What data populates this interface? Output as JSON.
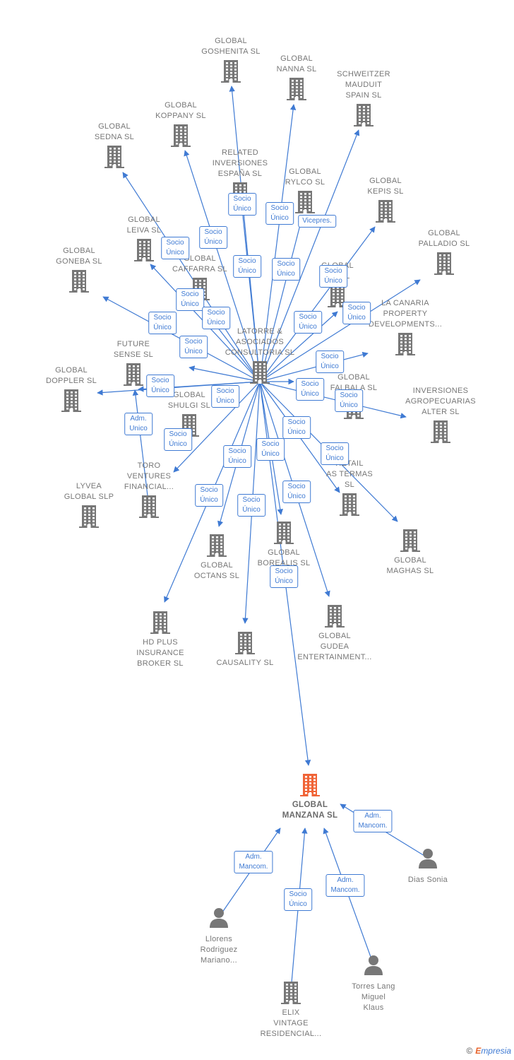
{
  "colors": {
    "edge": "#3f7ad3",
    "node": "#777777",
    "main": "#f06437",
    "badge_border": "#3f7ad3"
  },
  "icons": {
    "company": "building-icon",
    "person": "person-icon"
  },
  "footer": {
    "copyright": "©",
    "brand_e": "E",
    "brand_rest": "mpresia"
  },
  "nodes": [
    {
      "id": "hub",
      "type": "company",
      "label": "LATORRE &\nASOCIADOS\nCONSULTORIA SL",
      "label_pos": "above"
    },
    {
      "id": "goshenita",
      "type": "company",
      "label": "GLOBAL\nGOSHENITA SL",
      "label_pos": "above"
    },
    {
      "id": "nanna",
      "type": "company",
      "label": "GLOBAL\nNANNA  SL",
      "label_pos": "above"
    },
    {
      "id": "schweitzer",
      "type": "company",
      "label": "SCHWEITZER\nMAUDUIT\nSPAIN SL",
      "label_pos": "above"
    },
    {
      "id": "koppany",
      "type": "company",
      "label": "GLOBAL\nKOPPANY  SL",
      "label_pos": "above"
    },
    {
      "id": "sedna",
      "type": "company",
      "label": "GLOBAL\nSEDNA  SL",
      "label_pos": "above"
    },
    {
      "id": "related",
      "type": "company",
      "label": "RELATED\nINVERSIONES\nESPAÑA  SL",
      "label_pos": "above"
    },
    {
      "id": "rylco",
      "type": "company",
      "label": "GLOBAL\nRYLCO  SL",
      "label_pos": "above"
    },
    {
      "id": "kepis",
      "type": "company",
      "label": "GLOBAL\nKEPIS  SL",
      "label_pos": "above"
    },
    {
      "id": "leiva",
      "type": "company",
      "label": "GLOBAL\nLEIVA  SL",
      "label_pos": "above"
    },
    {
      "id": "palladio",
      "type": "company",
      "label": "GLOBAL\nPALLADIO  SL",
      "label_pos": "above"
    },
    {
      "id": "goneba",
      "type": "company",
      "label": "GLOBAL\nGONEBA  SL",
      "label_pos": "above"
    },
    {
      "id": "caffarra",
      "type": "company",
      "label": "GLOBAL\nCAFFARRA  SL",
      "label_pos": "above"
    },
    {
      "id": "aglobal",
      "type": "company",
      "label": "GLOBAL\nA...  SL",
      "label_pos": "above"
    },
    {
      "id": "canaria",
      "type": "company",
      "label": "LA CANARIA\nPROPERTY\nDEVELOPMENTS...",
      "label_pos": "above"
    },
    {
      "id": "future",
      "type": "company",
      "label": "FUTURE\nSENSE  SL",
      "label_pos": "above"
    },
    {
      "id": "doppler",
      "type": "company",
      "label": "GLOBAL\nDOPPLER  SL",
      "label_pos": "above"
    },
    {
      "id": "falbala",
      "type": "company",
      "label": "GLOBAL\nFALBALA  SL",
      "label_pos": "above"
    },
    {
      "id": "agropec",
      "type": "company",
      "label": "INVERSIONES\nAGROPECUARIAS\nALTER  SL",
      "label_pos": "above"
    },
    {
      "id": "shulgi",
      "type": "company",
      "label": "GLOBAL\nSHULGI  SL",
      "label_pos": "above"
    },
    {
      "id": "toro",
      "type": "company",
      "label": "TORO\nVENTURES\nFINANCIAL...",
      "label_pos": "above"
    },
    {
      "id": "lyvea",
      "type": "company",
      "label": "LYVEA\nGLOBAL  SLP",
      "label_pos": "above"
    },
    {
      "id": "retail",
      "type": "company",
      "label": "RETAIL\nAS TERMAS\nSL",
      "label_pos": "above"
    },
    {
      "id": "octans",
      "type": "company",
      "label": "GLOBAL\nOCTANS  SL",
      "label_pos": "below"
    },
    {
      "id": "borealis",
      "type": "company",
      "label": "GLOBAL\nBOREALIS  SL",
      "label_pos": "below"
    },
    {
      "id": "maghas",
      "type": "company",
      "label": "GLOBAL\nMAGHAS  SL",
      "label_pos": "below"
    },
    {
      "id": "hdplus",
      "type": "company",
      "label": "HD PLUS\nINSURANCE\nBROKER  SL",
      "label_pos": "below"
    },
    {
      "id": "causality",
      "type": "company",
      "label": "CAUSALITY  SL",
      "label_pos": "below"
    },
    {
      "id": "gudea",
      "type": "company",
      "label": "GLOBAL\nGUDEA\nENTERTAINMENT...",
      "label_pos": "below"
    },
    {
      "id": "manzana",
      "type": "company",
      "label": "GLOBAL\nMANZANA  SL",
      "label_pos": "below",
      "main": true
    },
    {
      "id": "dias",
      "type": "person",
      "label": "Dias Sonia",
      "label_pos": "below"
    },
    {
      "id": "llorens",
      "type": "person",
      "label": "Llorens\nRodriguez\nMariano...",
      "label_pos": "below"
    },
    {
      "id": "elix",
      "type": "company",
      "label": "ELIX\nVINTAGE\nRESIDENCIAL...",
      "label_pos": "below"
    },
    {
      "id": "torres",
      "type": "person",
      "label": "Torres Lang\nMiguel\nKlaus",
      "label_pos": "below"
    }
  ],
  "edges": [
    {
      "from": "hub",
      "to": "goshenita",
      "label": "Socio\nÚnico"
    },
    {
      "from": "hub",
      "to": "nanna",
      "label": "Socio\nÚnico"
    },
    {
      "from": "hub",
      "to": "schweitzer",
      "label": "Vicepres."
    },
    {
      "from": "hub",
      "to": "koppany",
      "label": "Socio\nÚnico"
    },
    {
      "from": "hub",
      "to": "sedna",
      "label": "Socio\nÚnico"
    },
    {
      "from": "hub",
      "to": "related",
      "label": "Socio\nÚnico"
    },
    {
      "from": "hub",
      "to": "rylco",
      "label": "Socio\nÚnico"
    },
    {
      "from": "hub",
      "to": "kepis",
      "label": "Socio\nÚnico"
    },
    {
      "from": "hub",
      "to": "leiva",
      "label": "Socio\nÚnico"
    },
    {
      "from": "hub",
      "to": "palladio",
      "label": "Socio\nÚnico"
    },
    {
      "from": "hub",
      "to": "goneba",
      "label": "Socio\nÚnico"
    },
    {
      "from": "hub",
      "to": "caffarra",
      "label": "Socio\nÚnico"
    },
    {
      "from": "hub",
      "to": "aglobal",
      "label": "Socio\nÚnico"
    },
    {
      "from": "hub",
      "to": "canaria",
      "label": "Socio\nÚnico"
    },
    {
      "from": "hub",
      "to": "future",
      "label": "Socio\nÚnico"
    },
    {
      "from": "hub",
      "to": "doppler",
      "label": "Socio\nÚnico"
    },
    {
      "from": "hub",
      "to": "falbala",
      "label": "Socio\nÚnico"
    },
    {
      "from": "hub",
      "to": "agropec",
      "label": "Socio\nÚnico"
    },
    {
      "from": "hub",
      "to": "shulgi",
      "label": "Socio\nÚnico"
    },
    {
      "from": "hub",
      "to": "toro",
      "label": "Socio\nÚnico"
    },
    {
      "from": "toro",
      "to": "lyvea",
      "label": "Adm.\nUnico"
    },
    {
      "from": "hub",
      "to": "retail",
      "label": "Socio\nÚnico"
    },
    {
      "from": "hub",
      "to": "octans",
      "label": "Socio\nÚnico"
    },
    {
      "from": "hub",
      "to": "borealis",
      "label": "Socio\nÚnico"
    },
    {
      "from": "hub",
      "to": "maghas",
      "label": "Socio\nÚnico"
    },
    {
      "from": "hub",
      "to": "hdplus",
      "label": "Socio\nÚnico"
    },
    {
      "from": "hub",
      "to": "causality",
      "label": "Socio\nÚnico"
    },
    {
      "from": "hub",
      "to": "gudea",
      "label": "Socio\nÚnico"
    },
    {
      "from": "hub",
      "to": "manzana",
      "label": "Socio\nÚnico"
    },
    {
      "from": "dias",
      "to": "manzana",
      "label": "Adm.\nMancom."
    },
    {
      "from": "llorens",
      "to": "manzana",
      "label": "Adm.\nMancom."
    },
    {
      "from": "elix",
      "to": "manzana",
      "label": "Socio\nÚnico"
    },
    {
      "from": "torres",
      "to": "manzana",
      "label": "Adm.\nMancom."
    }
  ]
}
